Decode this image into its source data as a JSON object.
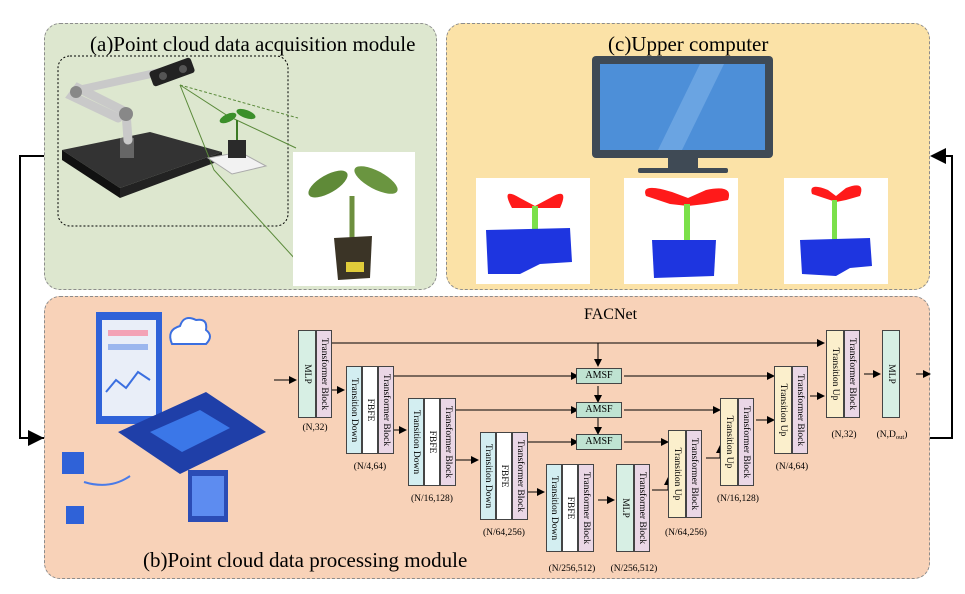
{
  "panels": {
    "acquisition": {
      "title": "(a)Point cloud data acquisition module"
    },
    "upper": {
      "title": "(c)Upper computer"
    },
    "processing": {
      "title": "(b)Point cloud data processing module"
    }
  },
  "network": {
    "name": "FACNet",
    "blocks": {
      "mlp": "MLP",
      "transformer": "Transformer Block",
      "transition_down": "Transition Down",
      "fbfe": "FBFE",
      "transition_up": "Transition Up"
    },
    "amsf": "AMSF",
    "dims": {
      "n32": "(N,32)",
      "n4": "(N/4,64)",
      "n16": "(N/16,128)",
      "n64": "(N/64,256)",
      "n256": "(N/256,512)",
      "nout_prefix": "(N,D",
      "nout_sub": "out",
      "nout_suffix": ")"
    }
  },
  "colors": {
    "acquisition_bg": "#dde7cf",
    "upper_bg": "#fbe2a7",
    "processing_bg": "#f8d2b8",
    "mlp": "#d7efe4",
    "transformer": "#ead7e6",
    "transition": "#d3eef1",
    "fbfe": "#ffffff",
    "amsf": "#bfe3d2",
    "transition_up": "#fbefcc",
    "seg_leaf": "#ff1a1a",
    "seg_stem": "#7be04a",
    "seg_pot": "#1e35e0"
  },
  "icons": [
    "robot-arm-icon",
    "camera-icon",
    "plant-icon",
    "monitor-icon",
    "server-icon",
    "cloud-icon"
  ]
}
